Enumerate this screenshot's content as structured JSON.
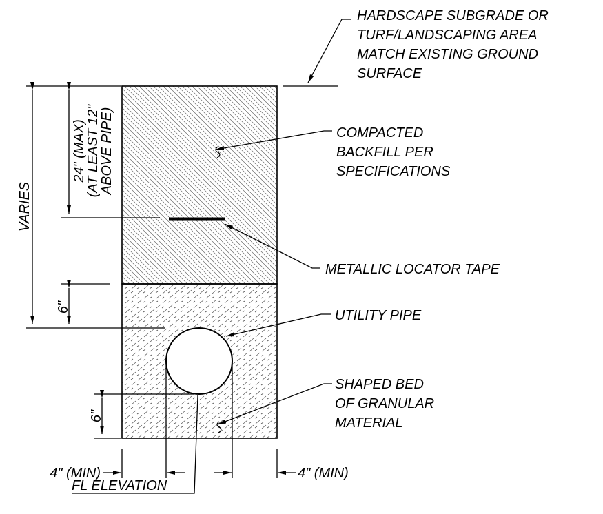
{
  "callouts": {
    "surface": [
      "HARDSCAPE SUBGRADE OR",
      "TURF/LANDSCAPING AREA",
      "MATCH EXISTING GROUND",
      "SURFACE"
    ],
    "backfill": [
      "COMPACTED",
      "BACKFILL PER",
      "SPECIFICATIONS"
    ],
    "tape": "METALLIC LOCATOR TAPE",
    "pipe": "UTILITY PIPE",
    "bed": [
      "SHAPED BED",
      "OF GRANULAR",
      "MATERIAL"
    ],
    "fl": "FL ELEVATION"
  },
  "dimensions": {
    "varies": "VARIES",
    "cover": [
      "24\" (MAX)",
      "(AT LEAST 12\"",
      "ABOVE PIPE)"
    ],
    "above_pipe": "6\"",
    "below_pipe": "6\"",
    "left_clearance": "4\" (MIN)",
    "right_clearance": "4\" (MIN)"
  },
  "colors": {
    "line": "#000000",
    "hatch": "#666666",
    "background": "#ffffff"
  }
}
